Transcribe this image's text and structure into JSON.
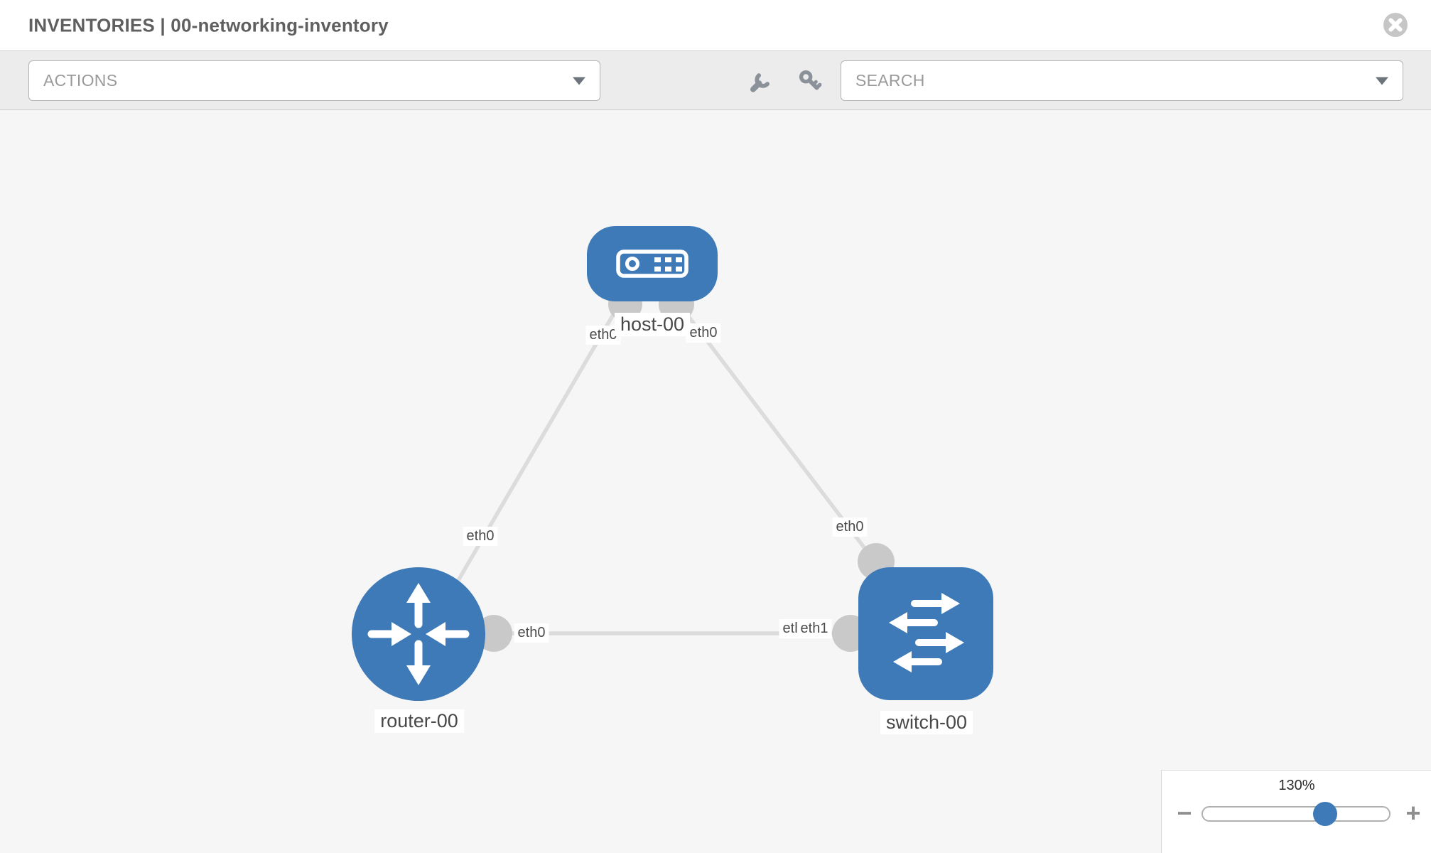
{
  "header": {
    "title": "INVENTORIES | 00-networking-inventory"
  },
  "toolbar": {
    "actions_label": "ACTIONS",
    "search_label": "SEARCH",
    "icons": [
      "wrench-icon",
      "key-icon"
    ]
  },
  "topology": {
    "nodes": [
      {
        "id": "host-00",
        "type": "host",
        "label": "host-00"
      },
      {
        "id": "router-00",
        "type": "router",
        "label": "router-00"
      },
      {
        "id": "switch-00",
        "type": "switch",
        "label": "switch-00"
      }
    ],
    "links": [
      {
        "source": "host-00",
        "source_interface": "eth0",
        "target": "router-00",
        "target_interface": "eth0"
      },
      {
        "source": "host-00",
        "source_interface": "eth0",
        "target": "switch-00",
        "target_interface": "eth0"
      },
      {
        "source": "router-00",
        "source_interface": "eth0",
        "target": "switch-00",
        "target_interface": "eth1"
      }
    ],
    "overlapping_labels": {
      "visible_text": "etleth1",
      "under": "eth0",
      "over": "eth1"
    }
  },
  "zoom_control": {
    "level": "130%",
    "zoom_out": "−",
    "zoom_in": "+"
  },
  "colors": {
    "node_blue": "#3d7ab7",
    "link_gray": "#dcdcdc",
    "port_gray": "#c9c9c9",
    "canvas_bg": "#f5f6f5",
    "toolbar_bg": "#ececec"
  }
}
